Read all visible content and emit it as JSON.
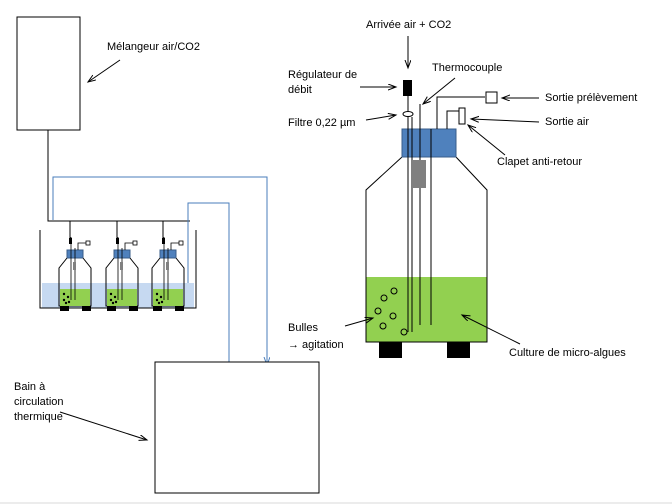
{
  "labels": {
    "melangeur": "Mélangeur air/CO2",
    "arrivee": "Arrivée air + CO2",
    "regulateur_1": "Régulateur de",
    "regulateur_2": "débit",
    "thermocouple": "Thermocouple",
    "sortie_prelevement": "Sortie prélèvement",
    "filtre": "Filtre 0,22 µm",
    "sortie_air": "Sortie air",
    "clapet": "Clapet anti-retour",
    "bulles_1": "Bulles",
    "bulles_2": "→ agitation",
    "culture": "Culture de micro-algues",
    "bain_1": "Bain à",
    "bain_2": "circulation",
    "bain_3": "thermique"
  },
  "colors": {
    "culture_green": "#92d050",
    "cap_blue": "#4f81bd",
    "cap_border": "#385d8a",
    "water_blue": "#c6d9f1",
    "pipe_blue": "#4a7ebb",
    "dark": "#000000",
    "sensor_gray": "#808080",
    "outline": "#000000"
  },
  "icons": [
    "arrow-icon",
    "bottle-icon",
    "bubble-icon",
    "box-icon"
  ]
}
